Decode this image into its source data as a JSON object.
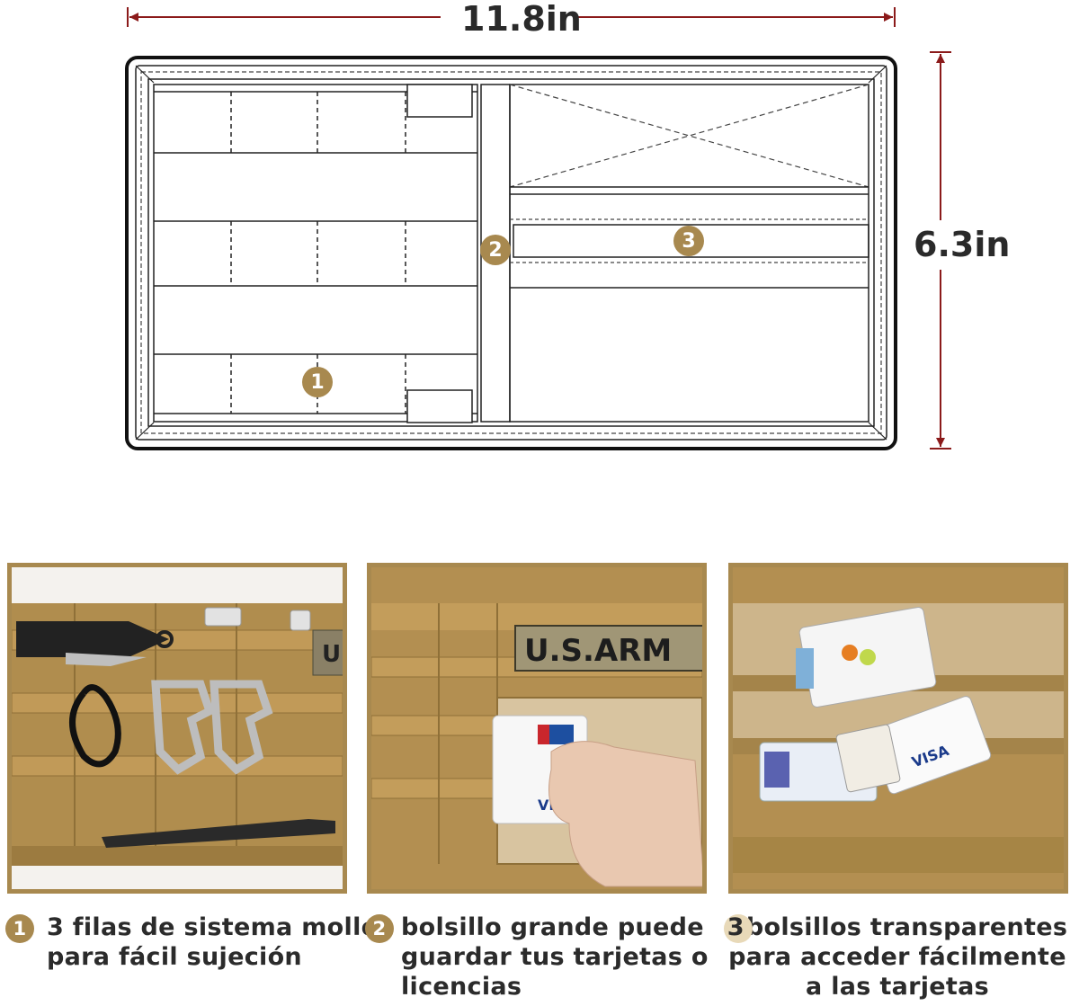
{
  "dimensions": {
    "width": "11.8in",
    "height": "6.3in"
  },
  "markers": [
    "1",
    "2",
    "3"
  ],
  "panels": [
    {
      "patch_text": "U"
    },
    {
      "patch_text": "U.S.ARM"
    },
    {
      "patch_text": ""
    }
  ],
  "captions": [
    {
      "number": "1",
      "lines": [
        "3 filas de sistema molle",
        "para fácil sujeción"
      ]
    },
    {
      "number": "2",
      "lines": [
        "bolsillo grande puede",
        "guardar tus tarjetas o",
        "licencias"
      ]
    },
    {
      "number": "3",
      "lines": [
        "bolsillos transparentes",
        "para acceder fácilmente",
        "a las tarjetas"
      ]
    }
  ],
  "colors": {
    "accent": "#a8894f",
    "fabric": "#b08d4e",
    "dimension_line": "#8b1a1a"
  }
}
